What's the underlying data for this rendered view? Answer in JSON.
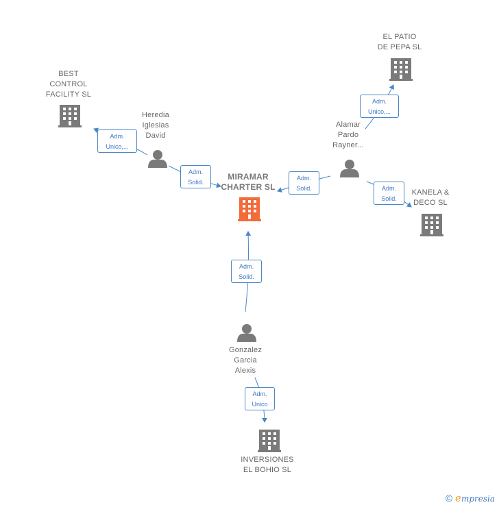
{
  "companies": {
    "center": {
      "label": "MIRAMAR\nCHARTER  SL",
      "color": "#f26b3a"
    },
    "best_control": {
      "label": "BEST\nCONTROL\nFACILITY  SL"
    },
    "el_patio": {
      "label": "EL PATIO\nDE PEPA  SL"
    },
    "kanela": {
      "label": "KANELA &\nDECO  SL"
    },
    "inversiones": {
      "label": "INVERSIONES\nEL BOHIO  SL"
    }
  },
  "persons": {
    "heredia": {
      "label": "Heredia\nIglesias\nDavid"
    },
    "alamar": {
      "label": "Alamar\nPardo\nRayner..."
    },
    "gonzalez": {
      "label": "Gonzalez\nGarcia\nAlexis"
    }
  },
  "edges": {
    "heredia_best": "Adm.\nUnico,...",
    "heredia_center": "Adm.\nSolid.",
    "alamar_center": "Adm.\nSolid.",
    "alamar_patio": "Adm.\nUnico,...",
    "alamar_kanela": "Adm.\nSolid.",
    "gonzalez_center": "Adm.\nSolid.",
    "gonzalez_inversiones": "Adm.\nUnico"
  },
  "colors": {
    "building": "#7a7a7a",
    "person": "#7a7a7a",
    "edge": "#4a86c8"
  },
  "footer": {
    "copyright": "©",
    "brand_initial": "e",
    "brand_rest": "mpresia"
  }
}
